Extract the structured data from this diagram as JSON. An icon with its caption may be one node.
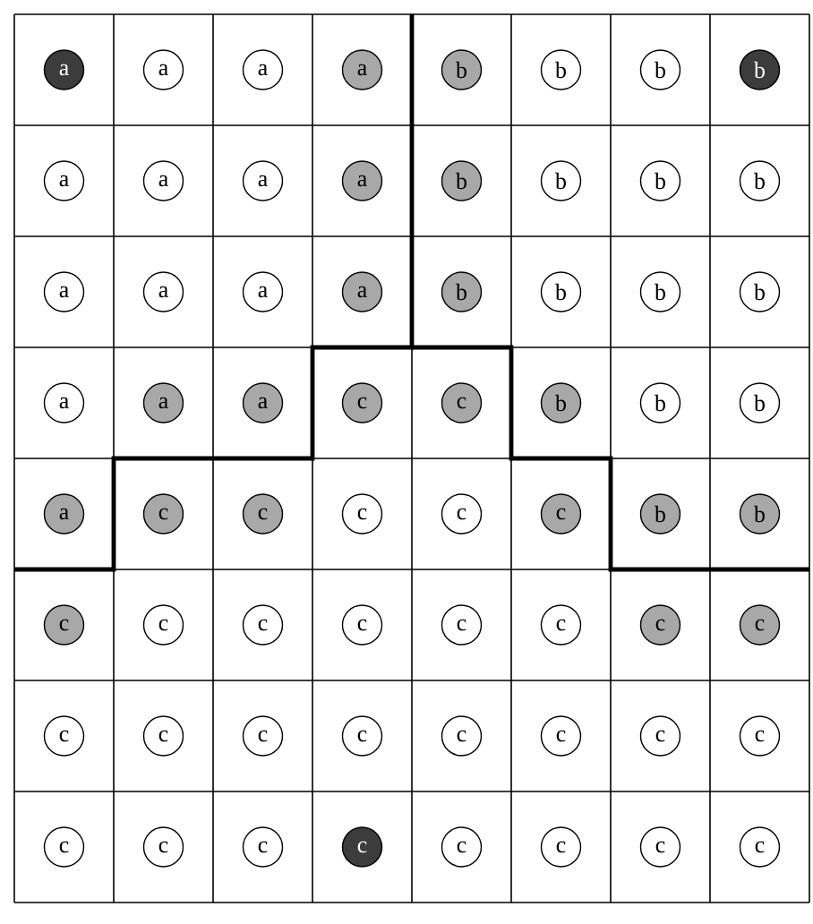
{
  "diagram": {
    "nodes": [
      {
        "text": [
          "a"
        ]
      },
      {
        "text": [
          "a"
        ]
      },
      {
        "text": [
          "a"
        ]
      },
      {
        "text": [
          "a"
        ]
      },
      {
        "text": [
          "b"
        ]
      },
      {
        "text": [
          "b"
        ]
      },
      {
        "text": [
          "b"
        ]
      },
      {
        "text": [
          "b"
        ]
      },
      {
        "text": [
          "a"
        ]
      },
      {
        "text": [
          "a"
        ]
      },
      {
        "text": [
          "a"
        ]
      },
      {
        "text": [
          "a"
        ]
      },
      {
        "text": [
          "b"
        ]
      },
      {
        "text": [
          "b"
        ]
      },
      {
        "text": [
          "b"
        ]
      },
      {
        "text": [
          "b"
        ]
      },
      {
        "text": [
          "a"
        ]
      },
      {
        "text": [
          "a"
        ]
      },
      {
        "text": [
          "a"
        ]
      },
      {
        "text": [
          "a"
        ]
      },
      {
        "text": [
          "b"
        ]
      },
      {
        "text": [
          "b"
        ]
      },
      {
        "text": [
          "b"
        ]
      },
      {
        "text": [
          "b"
        ]
      },
      {
        "text": [
          "a"
        ]
      },
      {
        "text": [
          "a"
        ]
      },
      {
        "text": [
          "a"
        ]
      },
      {
        "text": [
          "c"
        ]
      },
      {
        "text": [
          "c"
        ]
      },
      {
        "text": [
          "b"
        ]
      },
      {
        "text": [
          "b"
        ]
      },
      {
        "text": [
          "b"
        ]
      },
      {
        "text": [
          "a"
        ]
      },
      {
        "text": [
          "c"
        ]
      },
      {
        "text": [
          "c"
        ]
      },
      {
        "text": [
          "c"
        ]
      },
      {
        "text": [
          "c"
        ]
      },
      {
        "text": [
          "c"
        ]
      },
      {
        "text": [
          "b"
        ]
      },
      {
        "text": [
          "b"
        ]
      },
      {
        "text": [
          "c"
        ]
      },
      {
        "text": [
          "c"
        ]
      },
      {
        "text": [
          "c"
        ]
      },
      {
        "text": [
          "c"
        ]
      },
      {
        "text": [
          "c"
        ]
      },
      {
        "text": [
          "c"
        ]
      },
      {
        "text": [
          "c"
        ]
      },
      {
        "text": [
          "c"
        ]
      },
      {
        "text": [
          "c"
        ]
      },
      {
        "text": [
          "c"
        ]
      },
      {
        "text": [
          "c"
        ]
      },
      {
        "text": [
          "c"
        ]
      },
      {
        "text": [
          "c"
        ]
      },
      {
        "text": [
          "c"
        ]
      },
      {
        "text": [
          "c"
        ]
      },
      {
        "text": [
          "c"
        ]
      },
      {
        "text": [
          "c"
        ]
      },
      {
        "text": [
          "c"
        ]
      },
      {
        "text": [
          "c"
        ]
      },
      {
        "text": [
          "c"
        ]
      },
      {
        "text": [
          "c"
        ]
      },
      {
        "text": [
          "c"
        ]
      },
      {
        "text": [
          "c"
        ]
      },
      {
        "text": [
          "c"
        ]
      }
    ]
  }
}
